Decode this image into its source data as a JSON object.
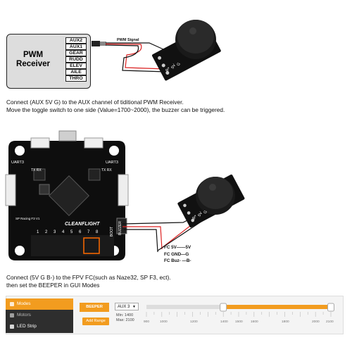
{
  "receiver": {
    "title_line1": "PWM",
    "title_line2": "Receiver",
    "channels": [
      "AUX2",
      "AUX1",
      "GEAR",
      "RUDD",
      "ELEV",
      "AILE",
      "THRO"
    ]
  },
  "pwm_signal_label": "PWM Signal",
  "buzzer_pin_labels": [
    "B+",
    "5V",
    "G"
  ],
  "caption1": {
    "line1": "Connect (AUX 5V G) to the AUX channel of tiditional PWM Receiver.",
    "line2": "Move the toggle switch to one side (Value=1700~2000),  the buzzer can be triggered."
  },
  "fc_board": {
    "brand": "CLEANFLIGHT",
    "uart_label": "UART3",
    "uart_label_right": "UART3",
    "tx_rx": "TX RX",
    "boot_label": "BOOT",
    "buzzer_label": "BUZZER",
    "sp_label": "SP Racing F3 V1",
    "pin_numbers": [
      "1",
      "2",
      "3",
      "4",
      "5",
      "6",
      "7",
      "8"
    ]
  },
  "wiring_labels": {
    "line1": "FC 5V——5V",
    "line2": "FC GND—G",
    "line3": "FC Buz- —B-"
  },
  "caption2": {
    "line1": "Connect (5V G  B-) to the FPV FC(such as Naze32, SP F3, ect).",
    "line2": "then set the BEEPER in GUI Modes"
  },
  "gui": {
    "sidebar_items": [
      "Modes",
      "Motors",
      "LED Strip"
    ],
    "mode_name": "BEEPER",
    "add_range_label": "Add Range",
    "aux_selected": "AUX 3",
    "min_label": "Min: 1400",
    "max_label": "Max: 2100",
    "scale_labels": [
      "900",
      "1000",
      "1200",
      "1400",
      "1500",
      "1600",
      "1800",
      "2000",
      "2100"
    ],
    "range_min": 1400,
    "range_max": 2100,
    "colors": {
      "accent": "#f29c1f",
      "sidebar": "#2e2e2e"
    }
  }
}
